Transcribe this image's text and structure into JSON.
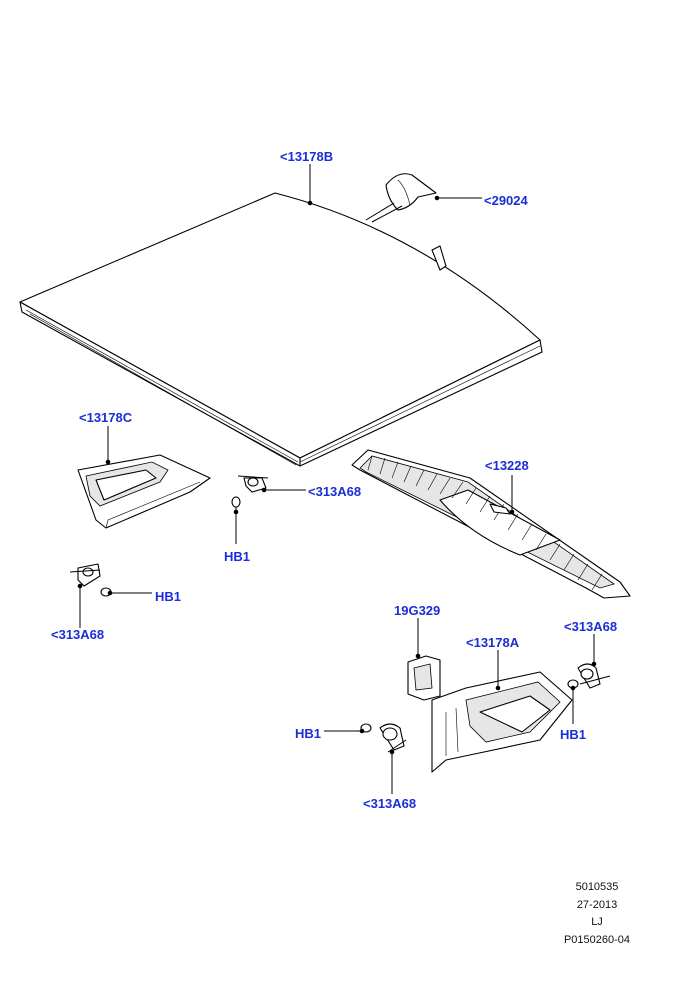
{
  "callouts": {
    "parcel_shelf": "<13178B",
    "clip_29024": "<29024",
    "trim_left_upper": "<13178C",
    "clip_313a68_upper": "<313A68",
    "hb1_upper": "HB1",
    "scuff_plate": "<13228",
    "hb1_left": "HB1",
    "clip_313a68_left": "<313A68",
    "part_19g329": "19G329",
    "trim_right_lower": "<13178A",
    "clip_313a68_right": "<313A68",
    "hb1_right": "HB1",
    "hb1_lower": "HB1",
    "clip_313a68_lower": "<313A68"
  },
  "reference": {
    "number": "5010535",
    "date": "27-2013",
    "initials": "LJ",
    "drawing_id": "P0150260-04"
  },
  "colors": {
    "callout": "#1a2fd6",
    "line": "#000000",
    "background": "#ffffff"
  }
}
